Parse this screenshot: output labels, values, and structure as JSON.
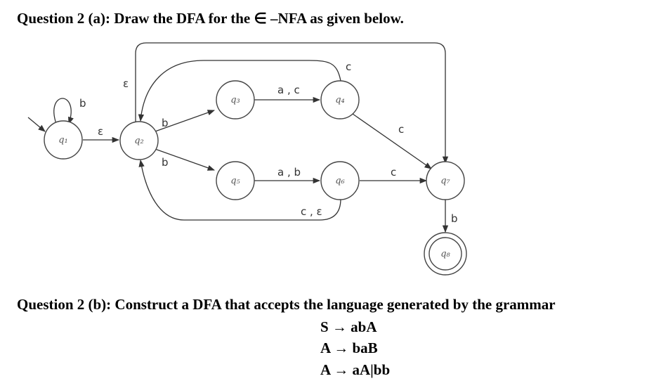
{
  "question_a": "Question 2 (a): Draw the DFA for the ∈ –NFA as given below.",
  "question_b": "Question 2 (b): Construct a DFA that accepts the language generated by the grammar",
  "grammar": [
    "S → abA",
    "A → baB",
    "A → aA|bb"
  ],
  "states": [
    {
      "id": "q1",
      "label": "q₁",
      "start": true,
      "accepting": false
    },
    {
      "id": "q2",
      "label": "q₂",
      "start": false,
      "accepting": false
    },
    {
      "id": "q3",
      "label": "q₃",
      "start": false,
      "accepting": false
    },
    {
      "id": "q4",
      "label": "q₄",
      "start": false,
      "accepting": false
    },
    {
      "id": "q5",
      "label": "q₅",
      "start": false,
      "accepting": false
    },
    {
      "id": "q6",
      "label": "q₆",
      "start": false,
      "accepting": false
    },
    {
      "id": "q7",
      "label": "q₇",
      "start": false,
      "accepting": false
    },
    {
      "id": "q8",
      "label": "q₈",
      "start": false,
      "accepting": true
    }
  ],
  "transitions": [
    {
      "from": "q1",
      "to": "q1",
      "label": "b"
    },
    {
      "from": "q1",
      "to": "q2",
      "label": "ε"
    },
    {
      "from": "q2",
      "to": "q7",
      "label": "ε"
    },
    {
      "from": "q2",
      "to": "q3",
      "label": "b"
    },
    {
      "from": "q2",
      "to": "q5",
      "label": "b"
    },
    {
      "from": "q3",
      "to": "q4",
      "label": "a , c"
    },
    {
      "from": "q4",
      "to": "q2",
      "label": "c"
    },
    {
      "from": "q4",
      "to": "q7",
      "label": "c"
    },
    {
      "from": "q5",
      "to": "q6",
      "label": "a , b"
    },
    {
      "from": "q6",
      "to": "q2",
      "label": "c , ε"
    },
    {
      "from": "q6",
      "to": "q7",
      "label": "c"
    },
    {
      "from": "q7",
      "to": "q8",
      "label": "b"
    }
  ]
}
